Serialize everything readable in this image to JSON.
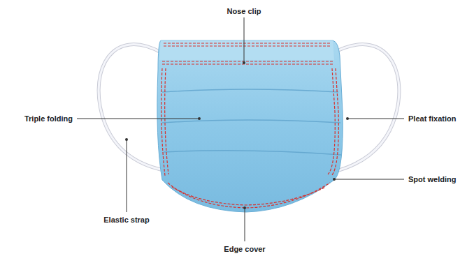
{
  "diagram": {
    "labels": [
      "Nose clip",
      "Triple folding",
      "Pleat fixation",
      "Spot welding",
      "Elastic strap",
      "Edge cover"
    ]
  }
}
